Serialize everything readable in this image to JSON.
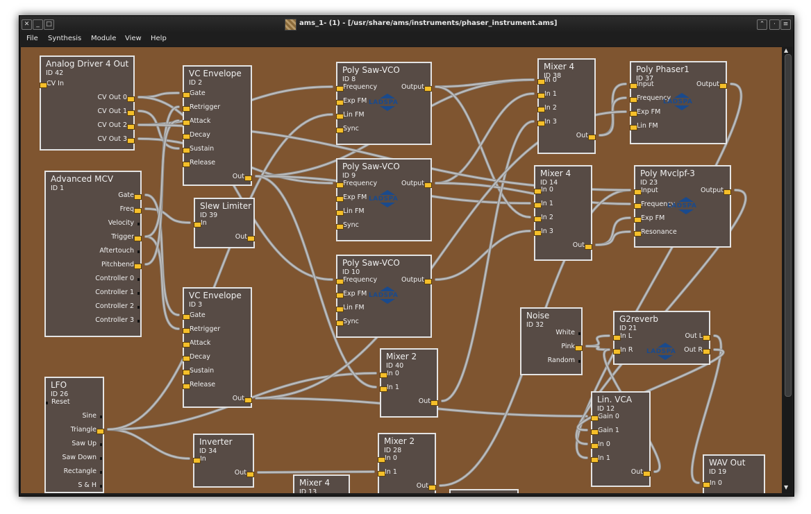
{
  "window": {
    "title": "ams_1- (1) - [/usr/share/ams/instruments/phaser_instrument.ams]",
    "buttons": {
      "close": "✕",
      "minimize": "_",
      "maximize": "□",
      "shade": "⌃",
      "sticky": "·",
      "menu": "≡"
    }
  },
  "menu": [
    "File",
    "Synthesis",
    "Module",
    "View",
    "Help"
  ],
  "modules": [
    {
      "name": "Analog Driver 4 Out",
      "id": "ID 42",
      "in": [
        "CV In"
      ],
      "out": [
        "CV Out 0",
        "CV Out 1",
        "CV Out 2",
        "CV Out 3"
      ]
    },
    {
      "name": "VC Envelope",
      "id": "ID 2",
      "in": [
        "Gate",
        "Retrigger",
        "Attack",
        "Decay",
        "Sustain",
        "Release"
      ],
      "out": [
        "Out"
      ]
    },
    {
      "name": "Poly Saw-VCO",
      "id": "ID 8",
      "in": [
        "Frequency",
        "Exp FM",
        "Lin FM",
        "Sync"
      ],
      "out": [
        "Output"
      ],
      "badge": "LADSPA"
    },
    {
      "name": "Mixer 4",
      "id": "ID 38",
      "in": [
        "In 0",
        "In 1",
        "In 2",
        "In 3"
      ],
      "out": [
        "Out"
      ]
    },
    {
      "name": "Poly Phaser1",
      "id": "ID 37",
      "in": [
        "Input",
        "Frequency",
        "Exp FM",
        "Lin FM"
      ],
      "out": [
        "Output"
      ],
      "badge": "LADSPA"
    },
    {
      "name": "Advanced MCV",
      "id": "ID 1",
      "in": [],
      "out": [
        "Gate",
        "Freq",
        "Velocity",
        "Trigger",
        "Aftertouch",
        "Pitchbend",
        "Controller 0",
        "Controller 1",
        "Controller 2",
        "Controller 3"
      ]
    },
    {
      "name": "Poly Saw-VCO",
      "id": "ID 9",
      "in": [
        "Frequency",
        "Exp FM",
        "Lin FM",
        "Sync"
      ],
      "out": [
        "Output"
      ],
      "badge": "LADSPA"
    },
    {
      "name": "Mixer 4",
      "id": "ID 14",
      "in": [
        "In 0",
        "In 1",
        "In 2",
        "In 3"
      ],
      "out": [
        "Out"
      ]
    },
    {
      "name": "Poly Mvclpf-3",
      "id": "ID 23",
      "in": [
        "Input",
        "Frequency",
        "Exp FM",
        "Resonance"
      ],
      "out": [
        "Output"
      ],
      "badge": "LADSPA"
    },
    {
      "name": "Slew Limiter",
      "id": "ID 39",
      "in": [
        "In"
      ],
      "out": [
        "Out"
      ]
    },
    {
      "name": "Poly Saw-VCO",
      "id": "ID 10",
      "in": [
        "Frequency",
        "Exp FM",
        "Lin FM",
        "Sync"
      ],
      "out": [
        "Output"
      ],
      "badge": "LADSPA"
    },
    {
      "name": "VC Envelope",
      "id": "ID 3",
      "in": [
        "Gate",
        "Retrigger",
        "Attack",
        "Decay",
        "Sustain",
        "Release"
      ],
      "out": [
        "Out"
      ]
    },
    {
      "name": "Noise",
      "id": "ID 32",
      "in": [],
      "out": [
        "White",
        "Pink",
        "Random"
      ]
    },
    {
      "name": "G2reverb",
      "id": "ID 21",
      "in": [
        "In L",
        "In R"
      ],
      "out": [
        "Out L",
        "Out R"
      ],
      "badge": "LADSPA"
    },
    {
      "name": "Mixer 2",
      "id": "ID 40",
      "in": [
        "In 0",
        "In 1"
      ],
      "out": [
        "Out"
      ]
    },
    {
      "name": "LFO",
      "id": "ID 26",
      "in": [
        "Reset"
      ],
      "out": [
        "Sine",
        "Triangle",
        "Saw Up",
        "Saw Down",
        "Rectangle",
        "S & H"
      ]
    },
    {
      "name": "Lin. VCA",
      "id": "ID 12",
      "in": [
        "Gain 0",
        "Gain 1",
        "In 0",
        "In 1"
      ],
      "out": [
        "Out"
      ]
    },
    {
      "name": "Inverter",
      "id": "ID 34",
      "in": [
        "In"
      ],
      "out": [
        "Out"
      ]
    },
    {
      "name": "Mixer 2",
      "id": "ID 28",
      "in": [
        "In 0",
        "In 1"
      ],
      "out": [
        "Out"
      ]
    },
    {
      "name": "WAV Out",
      "id": "ID 19",
      "in": [
        "In 0"
      ],
      "out": []
    },
    {
      "name": "Mixer 4",
      "id": "ID 13",
      "in": [],
      "out": []
    },
    {
      "name": "",
      "id": "",
      "in": [],
      "out": []
    }
  ],
  "colors": {
    "canvas": "#7f5530",
    "module": "#574b45",
    "border": "#e4e4e4",
    "port": "#f5bf2a",
    "wire": "#bdbdbd"
  }
}
